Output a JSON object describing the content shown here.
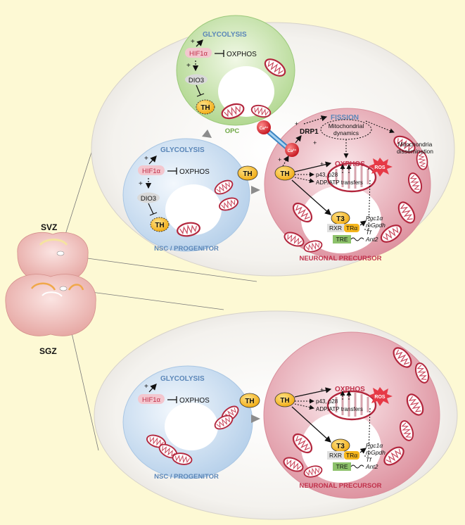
{
  "colors": {
    "background": "#fdf9d4",
    "panel": "#f3f1ec",
    "nsc": "#d2e2f2",
    "opc": "#c9e3ad",
    "neuron": "#e8aab5",
    "th_fill": "#f5b51c",
    "hif": "#f3c7cf",
    "dio3": "#d9d9d9",
    "tre": "#8dc26b"
  },
  "brain": {
    "svz_label": "SVZ",
    "sgz_label": "SGZ"
  },
  "top": {
    "opc": {
      "glycolysis": "GLYCOLYSIS",
      "hif": "HIF1α",
      "oxphos": "OXPHOS",
      "dio3": "DIO3",
      "th": "TH",
      "label": "OPC",
      "plus1": "+",
      "plus2": "+"
    },
    "nsc": {
      "glycolysis": "GLYCOLYSIS",
      "hif": "HIF1α",
      "oxphos": "OXPHOS",
      "dio3": "DIO3",
      "th": "TH",
      "label": "NSC / PROGENITOR",
      "plus1": "+",
      "plus2": "+"
    },
    "th_between": "TH",
    "neuron": {
      "fission": "FISSION",
      "mito_dyn": [
        "Mitochondrial",
        "dynamics"
      ],
      "mito_diss": [
        "Mitochondria",
        "dissemination"
      ],
      "drp1": "DRP1",
      "ca": "Ca²⁺",
      "th": "TH",
      "oxphos": "OXPHOS",
      "p43": "p43, p28",
      "adp": "ADP/ATP transfers",
      "ros": "ROS",
      "t3": "T3",
      "rxr": "RXR",
      "tra": "TRα",
      "tre": "TRE",
      "genes": [
        "Pgc1α",
        "mGpdh",
        "Tf",
        "Ant2"
      ],
      "label": "NEURONAL PRECURSOR",
      "plus": "+"
    }
  },
  "bottom": {
    "nsc": {
      "glycolysis": "GLYCOLYSIS",
      "hif": "HIF1α",
      "oxphos": "OXPHOS",
      "label": "NSC / PROGENITOR",
      "plus1": "+"
    },
    "th_between": "TH",
    "neuron": {
      "th": "TH",
      "oxphos": "OXPHOS",
      "p43": "p43, p28",
      "adp": "ADP/ATP transfers",
      "ros": "ROS",
      "t3": "T3",
      "rxr": "RXR",
      "tra": "TRα",
      "tre": "TRE",
      "genes": [
        "Pgc1α",
        "mGpdh",
        "Tf",
        "Ant2"
      ],
      "label": "NEURONAL PRECURSOR",
      "plus": "+"
    }
  }
}
